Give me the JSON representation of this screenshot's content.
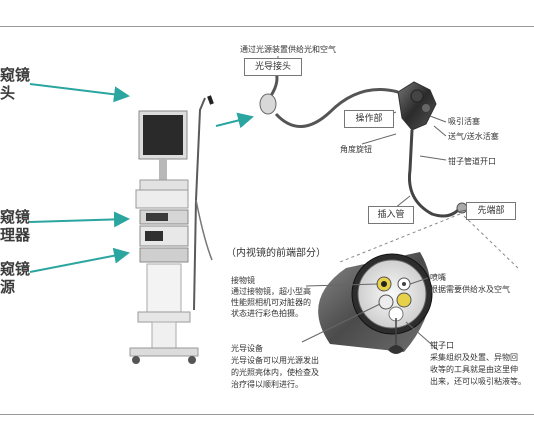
{
  "figure": {
    "left_labels": [
      {
        "line1": "窥镜",
        "line2": "头"
      },
      {
        "line1": "窥镜",
        "line2": "理器"
      },
      {
        "line1": "窥镜",
        "line2": "源"
      }
    ],
    "top_caption": "通过光源装置供给光和空气",
    "boxes": {
      "light_guide_connector": "光导接头",
      "operation_part": "操作部",
      "insertion_tube": "插入管",
      "distal_end": "先端部"
    },
    "callouts": {
      "angle_knob": "角度旋钮",
      "suction_valve": "吸引活塞",
      "air_water_valve": "送气/送水活塞",
      "forceps_port": "钳子管道开口"
    },
    "section_title": "（内视镜的前端部分）",
    "objective_lens": {
      "title": "接物镜",
      "lines": [
        "通过接物镜，超小型高",
        "性能照相机可对脏器的",
        "状态进行彩色拍摄。"
      ]
    },
    "light_guide": {
      "title": "光导设备",
      "lines": [
        "光导设备可以用光源发出",
        "的光照亮体内，使检查及",
        "治疗得以顺利进行。"
      ]
    },
    "nozzle": {
      "title": "喷嘴",
      "lines": [
        "根据需要供给水及空气"
      ]
    },
    "forceps_channel": {
      "title": "钳子口",
      "lines": [
        "采集组织及处置、异物回",
        "收等的工具就是由这里伸",
        "出来，还可以吸引粘液等。"
      ]
    },
    "colors": {
      "teal_arrow": "#2aa5a0",
      "rule": "#9a9a9a",
      "tube": "#555555"
    }
  }
}
